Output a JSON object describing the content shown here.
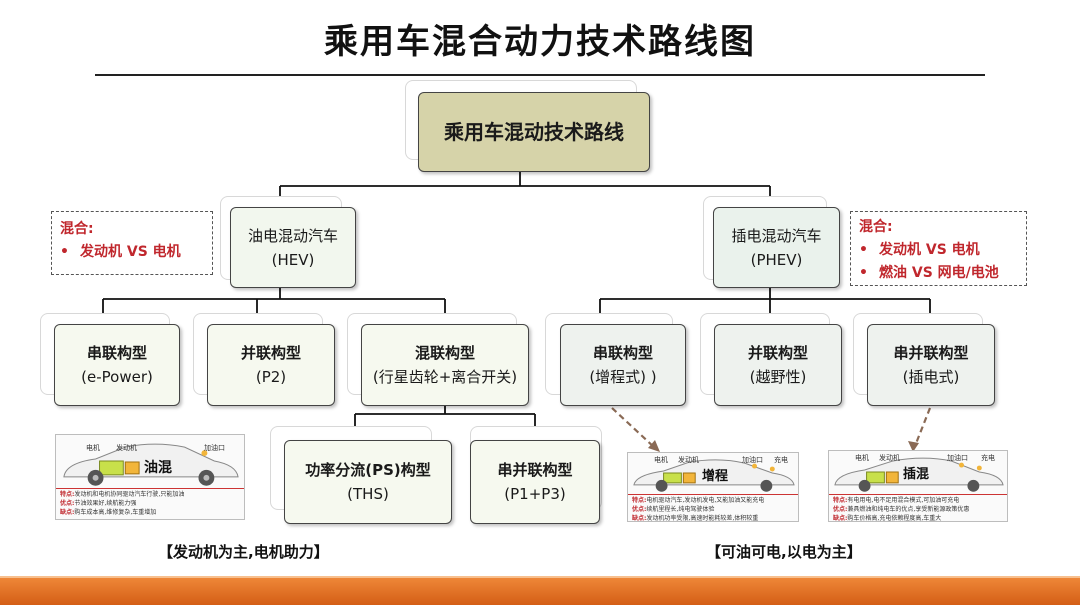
{
  "title": "乘用车混合动力技术路线图",
  "root": {
    "label": "乘用车混动技术路线"
  },
  "hev": {
    "line1": "油电混动汽车",
    "line2": "(HEV)"
  },
  "phev": {
    "line1": "插电混动汽车",
    "line2": "(PHEV)"
  },
  "notes": {
    "left": {
      "heading": "混合:",
      "items": [
        "发动机 VS 电机"
      ]
    },
    "right": {
      "heading": "混合:",
      "items": [
        "发动机 VS 电机",
        "燃油 VS 网电/电池"
      ]
    }
  },
  "hev_types": [
    {
      "name": "串联构型",
      "detail": "(e-Power)"
    },
    {
      "name": "并联构型",
      "detail": "(P2)"
    },
    {
      "name": "混联构型",
      "detail": "(行星齿轮+离合开关)"
    }
  ],
  "hybrid_subtypes": [
    {
      "name": "功率分流(PS)构型",
      "detail": "(THS)"
    },
    {
      "name": "串并联构型",
      "detail": "(P1+P3)"
    }
  ],
  "phev_types": [
    {
      "name": "串联构型",
      "detail": "(增程式) )"
    },
    {
      "name": "并联构型",
      "detail": "(越野性)"
    },
    {
      "name": "串并联构型",
      "detail": "(插电式)"
    }
  ],
  "cards": [
    {
      "big": "油混",
      "labels": [
        "电机",
        "发动机",
        "加油口"
      ],
      "lines": [
        {
          "k": "特点:",
          "v": "发动机和电机协同驱动汽车行驶,只能加油"
        },
        {
          "k": "优点:",
          "v": "节油效果好,续航能力强"
        },
        {
          "k": "缺点:",
          "v": "购车成本高,维修复杂,车重增加"
        }
      ]
    },
    {
      "big": "增程",
      "labels": [
        "电机",
        "发动机",
        "加油口",
        "充电"
      ],
      "lines": [
        {
          "k": "特点:",
          "v": "电机驱动汽车,发动机发电,又能加油又能充电"
        },
        {
          "k": "优点:",
          "v": "续航里程长,纯电驾驶体验"
        },
        {
          "k": "缺点:",
          "v": "发动机功率受限,高速时能耗较差,体积较重"
        }
      ]
    },
    {
      "big": "插混",
      "labels": [
        "电机",
        "发动机",
        "加油口",
        "充电"
      ],
      "lines": [
        {
          "k": "特点:",
          "v": "有电用电,电不足用混合模式,可加油可充电"
        },
        {
          "k": "优点:",
          "v": "兼具燃油和纯电车的优点,享受新能源政策优惠"
        },
        {
          "k": "缺点:",
          "v": "购车价格高,充电依赖程度高,车重大"
        }
      ]
    }
  ],
  "captions": {
    "left": "【发动机为主,电机助力】",
    "right": "【可油可电,以电为主】"
  },
  "colors": {
    "root_fill": "#d6d3a9",
    "note_text": "#c0272d",
    "bottom_band": "#e0701f",
    "arrow": "#8a6a55"
  }
}
